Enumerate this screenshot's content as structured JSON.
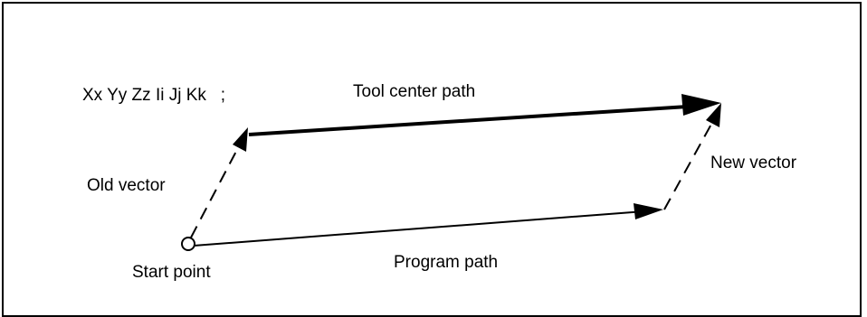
{
  "diagram": {
    "command": "Xx Yy Zz Ii Jj Kk   ;",
    "labels": {
      "tool_center_path": "Tool center path",
      "old_vector": "Old vector",
      "new_vector": "New vector",
      "start_point": "Start point",
      "program_path": "Program path"
    },
    "colors": {
      "line": "#000000",
      "background": "#ffffff"
    }
  }
}
